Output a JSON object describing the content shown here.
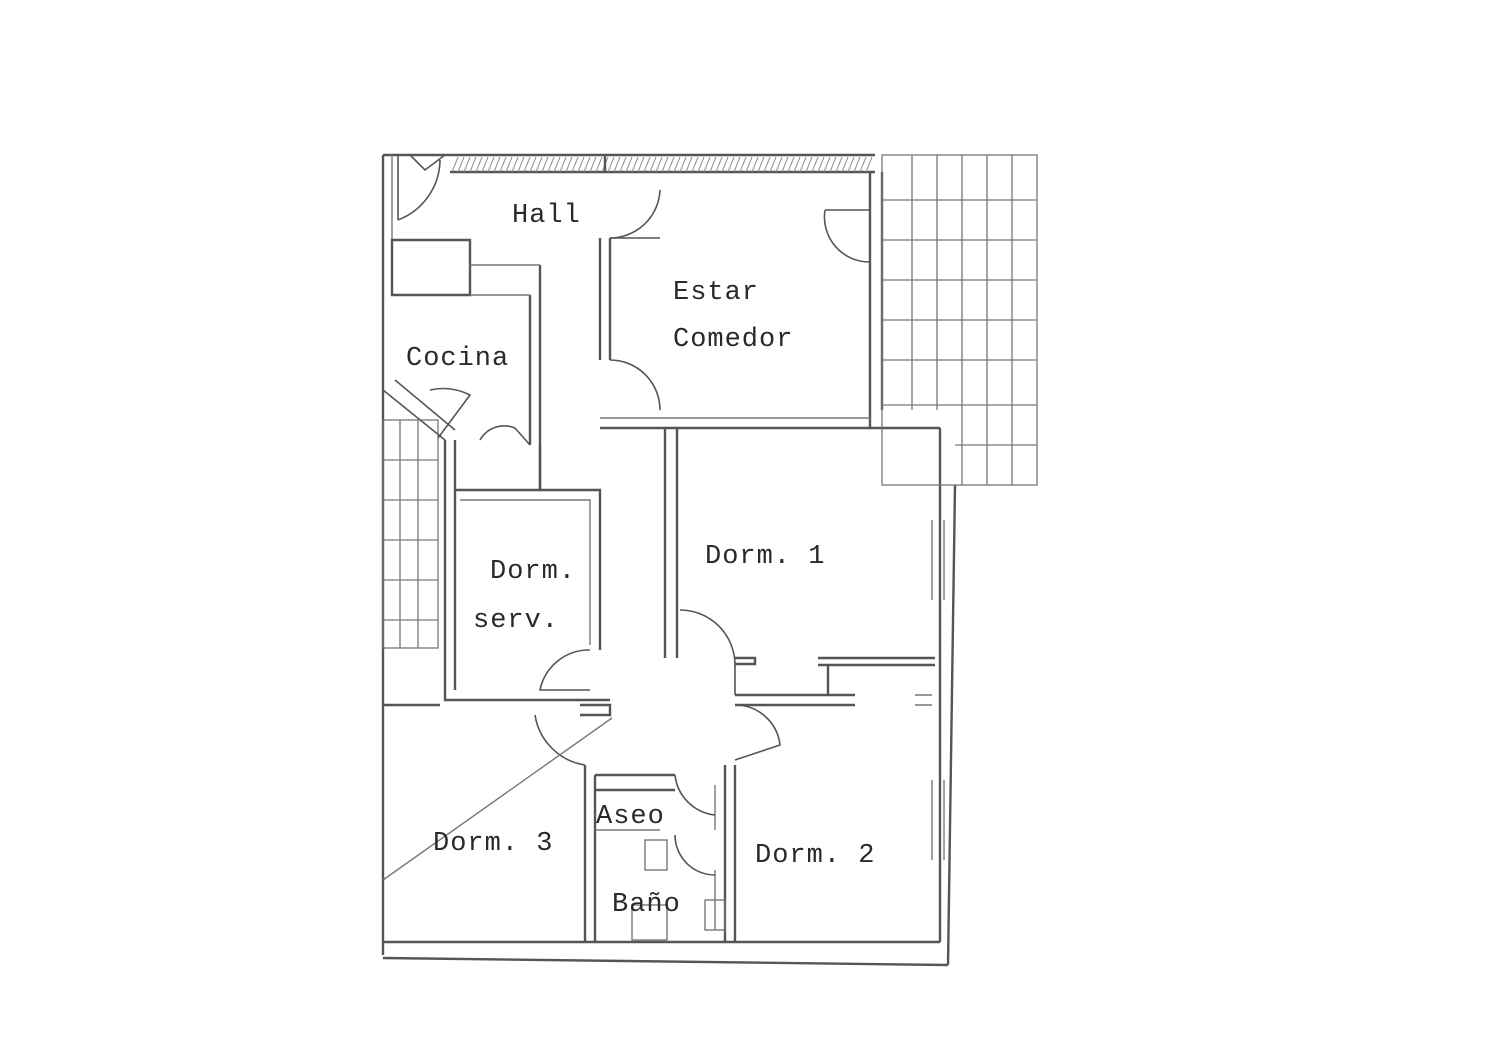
{
  "rooms": {
    "hall": "Hall",
    "estar": "Estar",
    "comedor": "Comedor",
    "cocina": "Cocina",
    "dorm_serv_1": "Dorm.",
    "dorm_serv_2": "serv.",
    "dorm1": "Dorm. 1",
    "dorm2": "Dorm. 2",
    "dorm3": "Dorm. 3",
    "aseo": "Aseo",
    "bano": "Baño"
  },
  "colors": {
    "line": "#555555",
    "text": "#2a2a2a",
    "background": "#ffffff"
  }
}
